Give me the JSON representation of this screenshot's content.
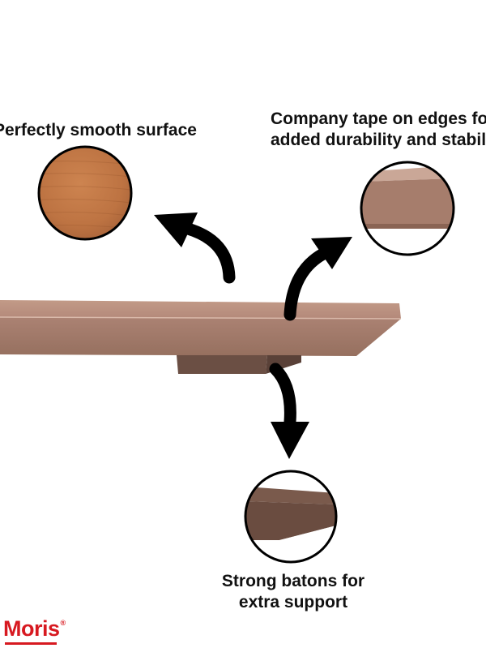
{
  "callouts": {
    "surface": {
      "lines": [
        "Perfectly smooth surface"
      ]
    },
    "tape": {
      "lines": [
        "Company tape on edges for",
        "added durability and stability"
      ]
    },
    "batons": {
      "lines": [
        "Strong batons for",
        "extra support"
      ]
    }
  },
  "brand": {
    "name": "Moris",
    "mark": "®"
  },
  "colors": {
    "board_top": "#b88e79",
    "board_edge": "#9e7666",
    "baton": "#6b4f44",
    "wood_texture": "#c0733e",
    "logo_red": "#d71920"
  }
}
